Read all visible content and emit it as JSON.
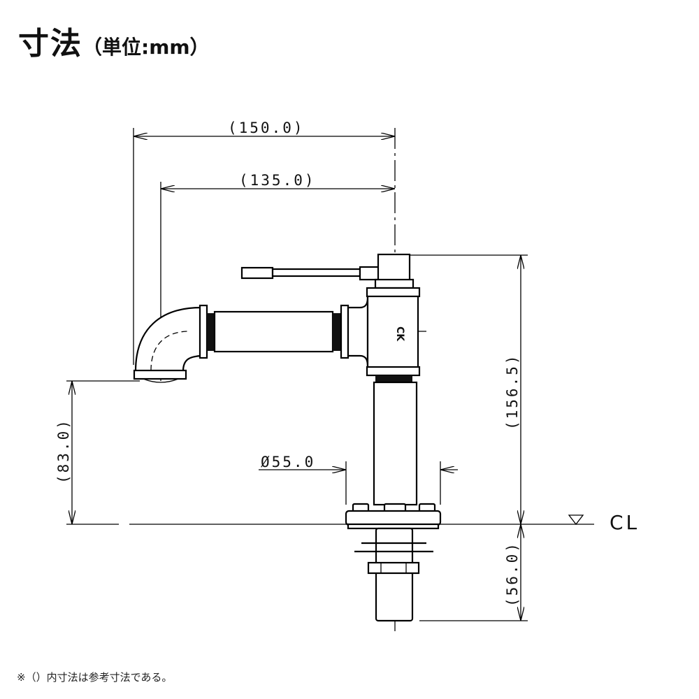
{
  "header": {
    "title": "寸法",
    "unit": "（単位:mm）"
  },
  "dimensions": {
    "overall_reach": "(150.0)",
    "spout_reach": "(135.0)",
    "height_above_counter": "(156.5)",
    "spout_height": "(83.0)",
    "below_counter": "(56.0)",
    "base_diameter": "Ø55.0"
  },
  "centerline_label": "CL",
  "brand_mark": "CK",
  "footnote": "※（）内寸法は参考寸法である。"
}
